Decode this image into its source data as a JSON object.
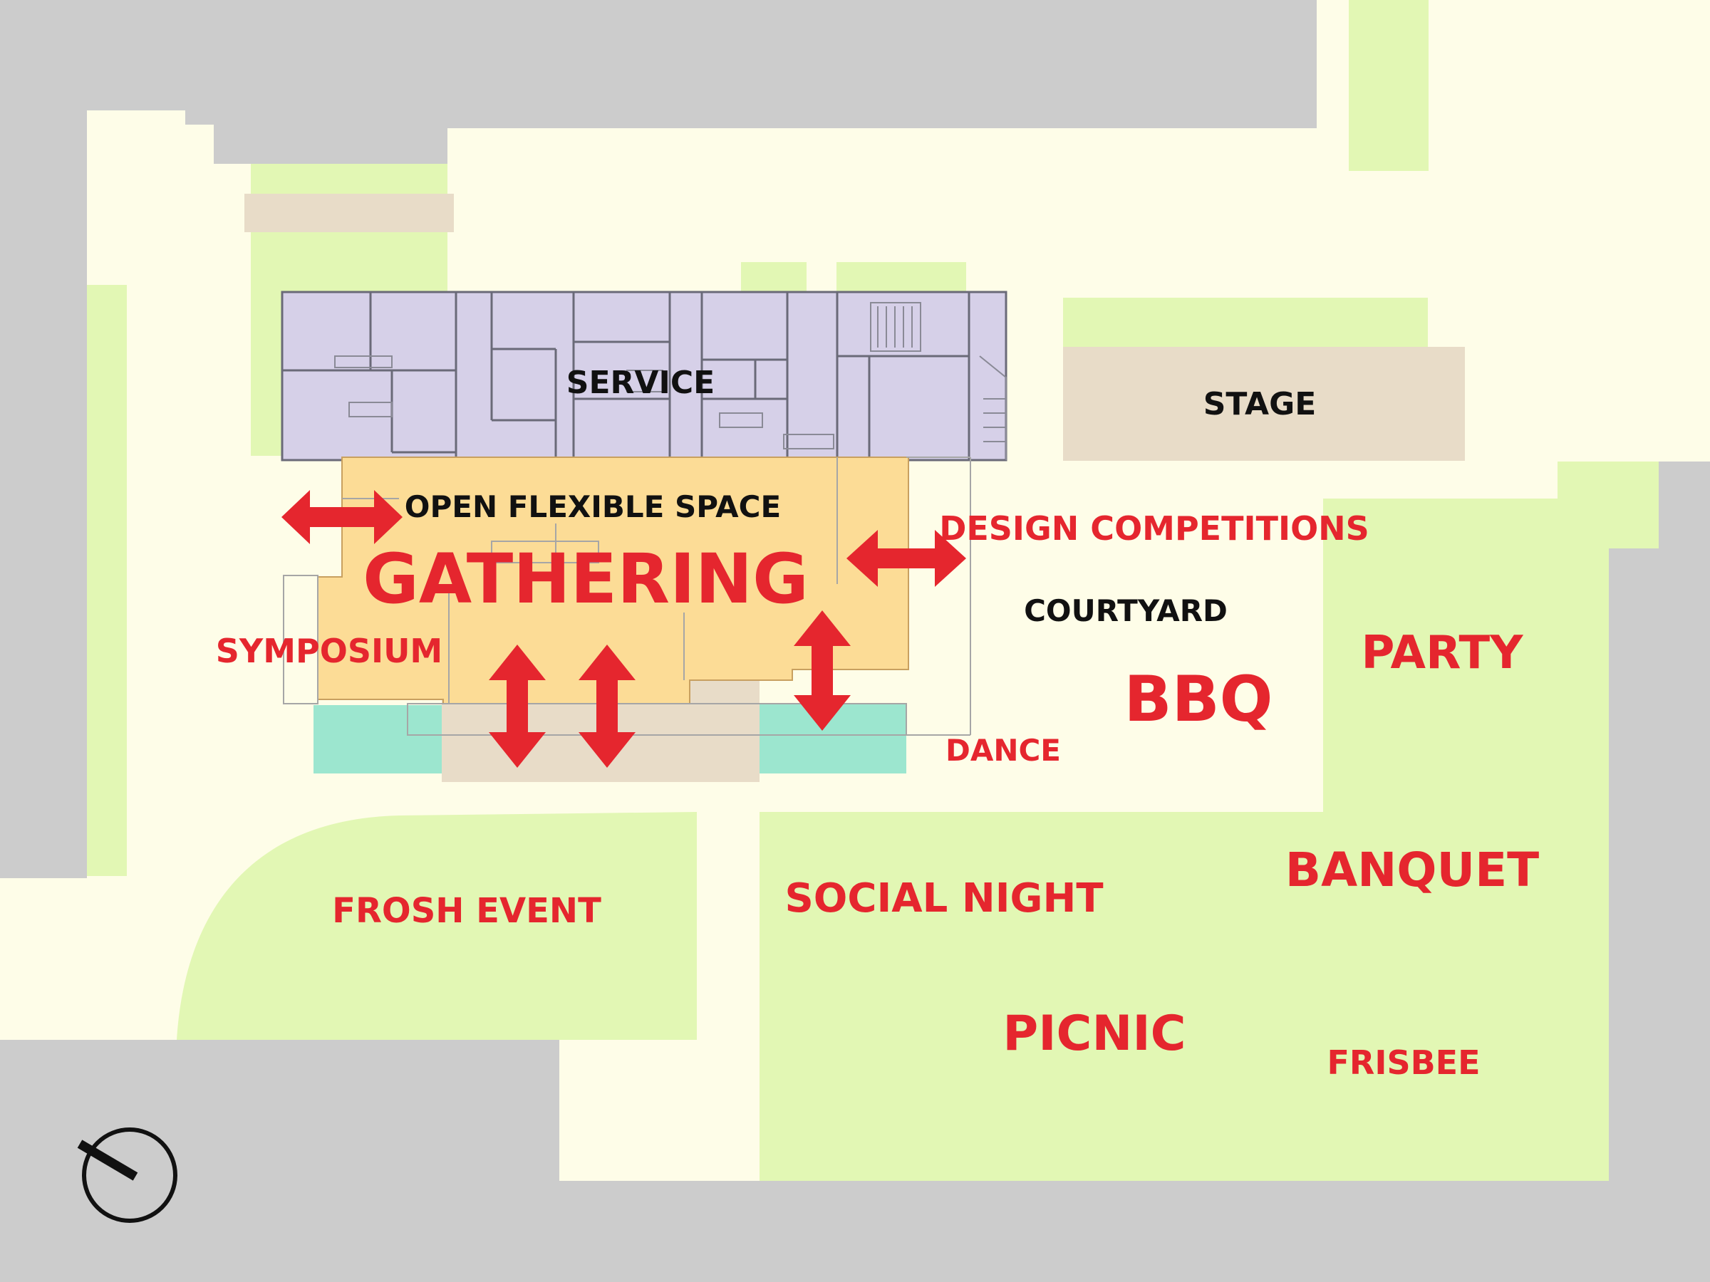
{
  "colors": {
    "background": "#cccccc",
    "paving": "#fefde8",
    "lawn": "#e2f7b4",
    "stage_deck": "#e8dcc8",
    "building_service": "#d6d0e8",
    "gathering_space": "#fcdc96",
    "water": "#9ce6cf",
    "accent_red": "#e5262e",
    "text_dark": "#111111"
  },
  "zones": {
    "service": "SERVICE",
    "open_flexible_space": "OPEN FLEXIBLE SPACE",
    "gathering": "GATHERING",
    "stage": "STAGE",
    "courtyard": "COURTYARD"
  },
  "events": {
    "design_competitions": "DESIGN COMPETITIONS",
    "symposium": "SYMPOSIUM",
    "bbq": "BBQ",
    "party": "PARTY",
    "dance": "DANCE",
    "banquet": "BANQUET",
    "social_night": "SOCIAL NIGHT",
    "frosh_event": "FROSH EVENT",
    "picnic": "PICNIC",
    "frisbee": "FRISBEE"
  },
  "icons": {
    "arrows": "double-headed-arrow",
    "north": "north-arrow-icon"
  }
}
